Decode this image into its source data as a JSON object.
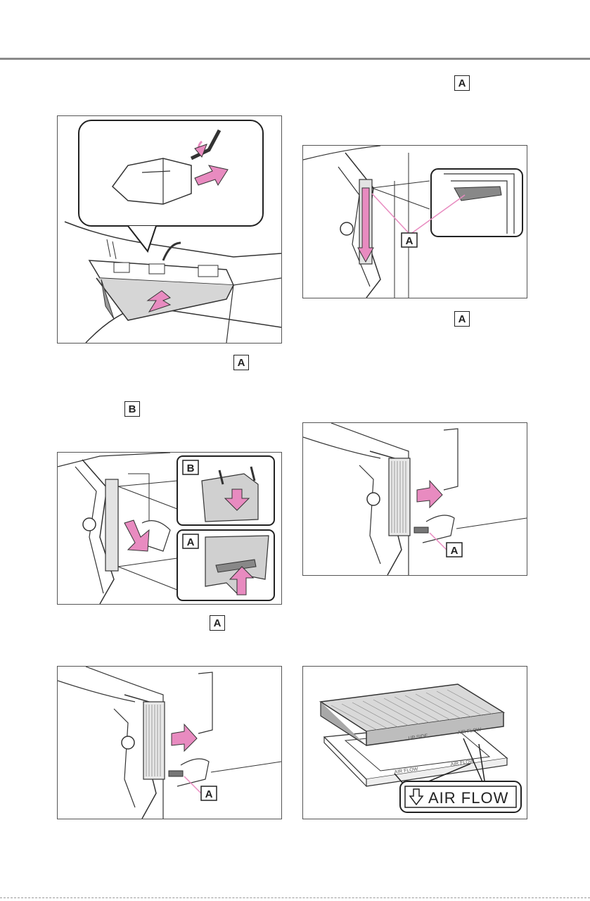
{
  "callouts": {
    "a": "A",
    "b": "B"
  },
  "figures": {
    "filter_label": {
      "up_side": "UP SIDE",
      "air_flow": "AIR FLOW",
      "callout_text": "AIR FLOW"
    }
  },
  "colors": {
    "accent_arrow": "#e88bc0",
    "rule": "#8a8a8a",
    "line": "#333333"
  },
  "icons": [
    "pink-arrow-icon",
    "down-arrow-icon"
  ]
}
